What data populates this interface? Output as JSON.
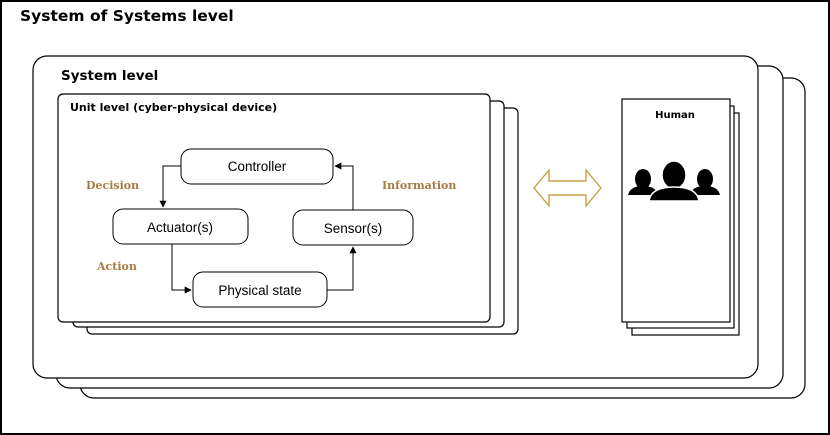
{
  "labels": {
    "system_of_systems": "System of Systems level",
    "system": "System level",
    "unit": "Unit level (cyber-physical device)",
    "human": "Human"
  },
  "nodes": {
    "controller": "Controller",
    "actuators": "Actuator(s)",
    "sensors": "Sensor(s)",
    "physical_state": "Physical state"
  },
  "edges": {
    "decision": "Decision",
    "information": "Information",
    "action": "Action"
  },
  "colors": {
    "accent_gold": "#a87a44",
    "line": "#000000",
    "background": "#ffffff"
  },
  "icons": {
    "interaction": "double-headed-arrow-icon",
    "humans": "people-group-icon"
  }
}
